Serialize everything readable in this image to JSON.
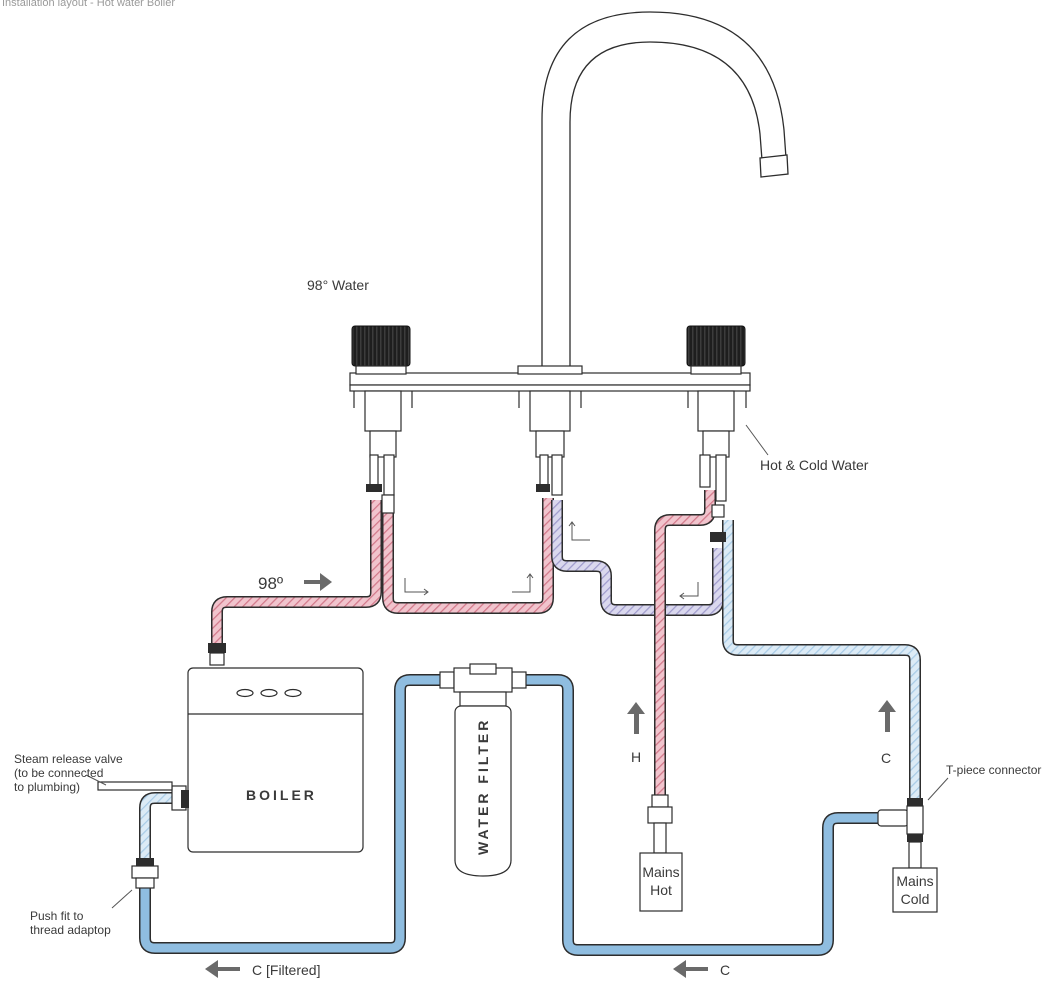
{
  "header": {
    "text": "Installation layout - Hot water Boiler"
  },
  "labels": {
    "water_98": "98° Water",
    "hot_cold_water": "Hot & Cold Water",
    "temp_98": "98º",
    "boiler": "BOILER",
    "water_filter": "WATER FILTER",
    "steam_1": "Steam release valve",
    "steam_2": "(to be connected",
    "steam_3": "to plumbing)",
    "push_1": "Push fit to",
    "push_2": "thread adaptop",
    "tpiece": "T-piece connector",
    "mains_hot_1": "Mains",
    "mains_hot_2": "Hot",
    "mains_cold_1": "Mains",
    "mains_cold_2": "Cold",
    "h": "H",
    "c_up": "C",
    "c_filtered": "C [Filtered]",
    "c_bottom": "C"
  },
  "colors": {
    "hot_pipe": "#e8a3b1",
    "hot_stripe": "#d2788a",
    "cold_pipe": "#a8cbe6",
    "mixed_pipe": "#b3b0d6",
    "filtered_pipe": "#8fbde0",
    "tap_dark": "#1e1e1e",
    "arrow": "#6a6a6a"
  }
}
